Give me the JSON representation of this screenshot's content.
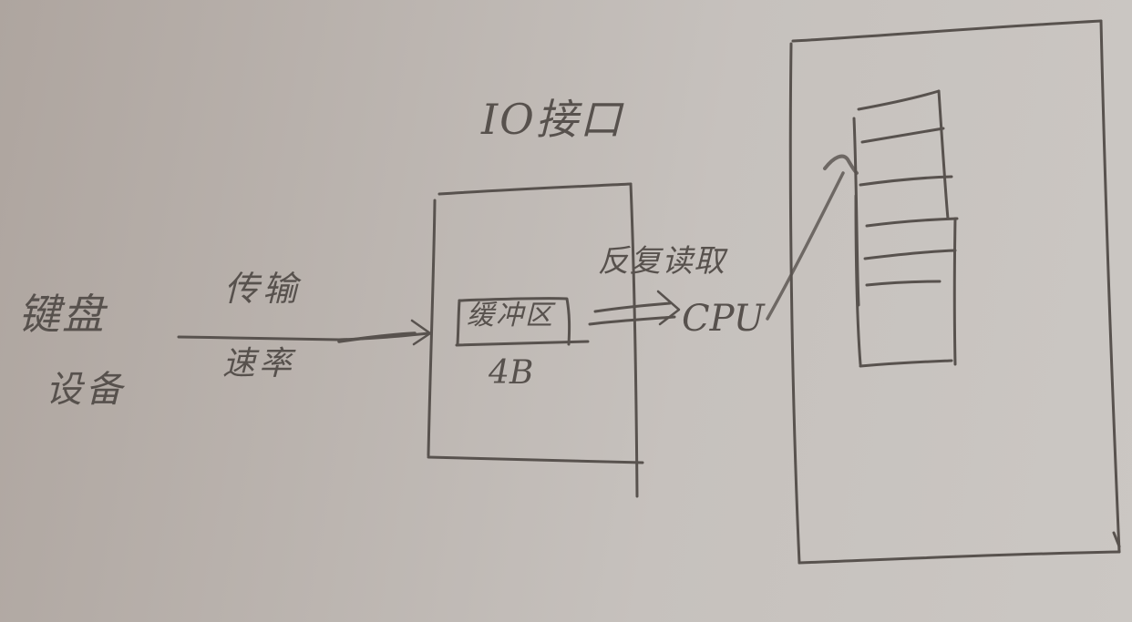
{
  "diagram": {
    "type": "hand-drawn block diagram",
    "colors": {
      "paper": "#bdb6b1",
      "pencil": "#58524e"
    },
    "nodes": {
      "keyboard_device": {
        "line1": "键盘",
        "line2": "设备"
      },
      "io_interface": {
        "title": "IO接口"
      },
      "buffer": {
        "label": "缓冲区",
        "size": "4B"
      },
      "cpu": {
        "label": "CPU"
      },
      "memory": {
        "rows": 6
      }
    },
    "edges": {
      "device_to_io": {
        "label_top": "传输",
        "label_bottom": "速率"
      },
      "buffer_to_cpu": {
        "label": "反复读取"
      },
      "cpu_to_memory": {
        "label": ""
      }
    }
  }
}
